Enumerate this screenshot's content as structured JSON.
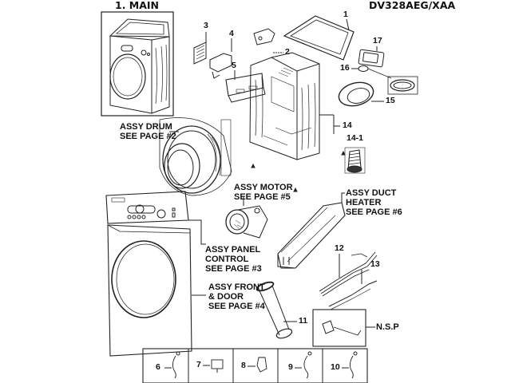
{
  "header": {
    "section_title": "1. MAIN",
    "model_number": "DV328AEG/XAA"
  },
  "callouts": {
    "drum": [
      "ASSY DRUM",
      "SEE PAGE #2"
    ],
    "motor": [
      "ASSY MOTOR",
      "SEE PAGE #5"
    ],
    "duct_heater": [
      "ASSY DUCT",
      "HEATER",
      "SEE PAGE #6"
    ],
    "panel_control": [
      "ASSY PANEL",
      "CONTROL",
      "SEE PAGE #3"
    ],
    "front_door": [
      "ASSY FRONT",
      "& DOOR",
      "SEE PAGE #4"
    ],
    "nsp": "N.S.P"
  },
  "part_numbers": {
    "p1": "1",
    "p2": "2",
    "p3": "3",
    "p4": "4",
    "p5": "5",
    "p11": "11",
    "p12": "12",
    "p13": "13",
    "p14": "14",
    "p14_1": "14-1",
    "p15": "15",
    "p16": "16",
    "p17": "17"
  },
  "clip_row": [
    {
      "number": "6",
      "icon": "wire-clip-icon"
    },
    {
      "number": "7",
      "icon": "clamp-bracket-icon"
    },
    {
      "number": "8",
      "icon": "cable-holder-icon"
    },
    {
      "number": "9",
      "icon": "wire-clip-icon"
    },
    {
      "number": "10",
      "icon": "wire-clip-icon"
    }
  ]
}
